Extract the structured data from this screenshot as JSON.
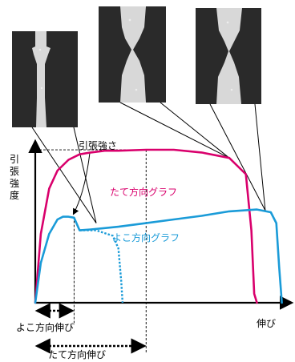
{
  "chart_data": {
    "type": "line",
    "ylabel": "引張強度",
    "xlabel": "伸び",
    "annotation_strength": "引張強さ",
    "series": [
      {
        "name": "たて方向グラフ",
        "color": "#d9006c",
        "x": [
          0,
          2,
          5,
          8,
          12,
          16,
          20,
          25,
          30,
          40,
          50,
          60,
          70,
          76,
          78,
          79,
          80
        ],
        "y": [
          0,
          38,
          63,
          73,
          79,
          82,
          83,
          84,
          84,
          84.5,
          84.5,
          83,
          80,
          71,
          40,
          5,
          0
        ]
      },
      {
        "name": "よこ方向グラフ",
        "color": "#1a9bd8",
        "x": [
          0,
          2,
          5,
          8,
          10,
          12,
          14,
          16,
          20,
          30,
          40,
          50,
          60,
          70,
          80,
          85,
          87,
          88,
          89
        ],
        "y": [
          0,
          22,
          38,
          46,
          47.5,
          47.5,
          47,
          40,
          40.5,
          42,
          44,
          46,
          48,
          50.5,
          51.5,
          50,
          44,
          20,
          0
        ]
      },
      {
        "name": "",
        "color": "#1a9bd8",
        "dashed": true,
        "x": [
          16,
          22,
          28,
          30,
          31,
          31.5
        ],
        "y": [
          40,
          40,
          37,
          30,
          12,
          0
        ]
      }
    ],
    "ranges": [
      {
        "label": "よこ方向伸び",
        "from": 0,
        "to": 14
      },
      {
        "label": "たて方向伸び",
        "from": 0,
        "to": 40
      }
    ],
    "photos": [
      {
        "name": "photo-left",
        "target": [
          22,
          44
        ]
      },
      {
        "name": "photo-middle",
        "target": [
          70,
          80
        ]
      },
      {
        "name": "photo-right",
        "target": [
          83,
          51
        ]
      }
    ],
    "xlim": [
      0,
      92
    ],
    "ylim": [
      0,
      100
    ],
    "grid": false,
    "legend": "inline-labels"
  }
}
